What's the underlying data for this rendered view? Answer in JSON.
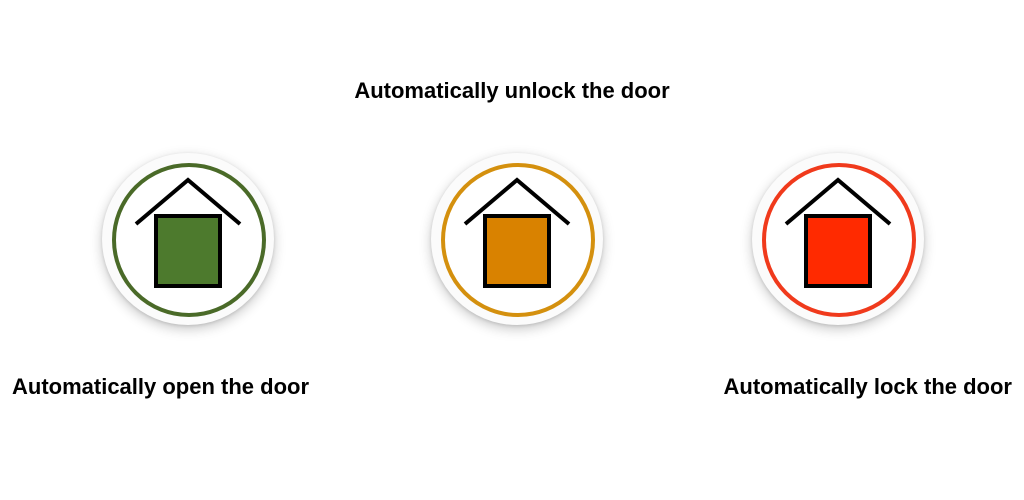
{
  "header": {
    "unlock_label": "Automatically unlock the door"
  },
  "labels": {
    "open_label": "Automatically open the door",
    "lock_label": "Automatically lock the door"
  },
  "buttons": {
    "open": {
      "icon": "house-icon",
      "ring_color": "#4a6a28",
      "fill_color": "#4d7a2d"
    },
    "unlock": {
      "icon": "house-icon",
      "ring_color": "#d4900e",
      "fill_color": "#d98200"
    },
    "lock": {
      "icon": "house-icon",
      "ring_color": "#f03a1c",
      "fill_color": "#ff2a00"
    }
  }
}
